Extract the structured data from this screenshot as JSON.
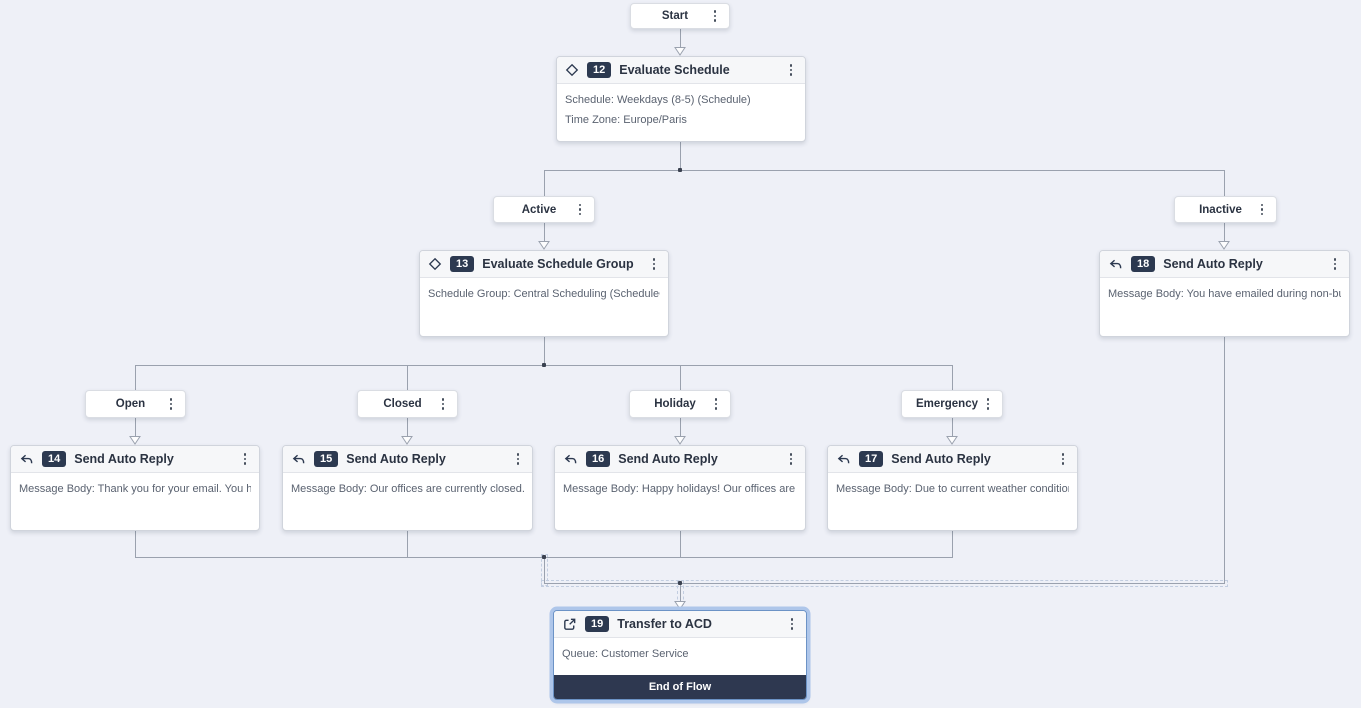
{
  "colors": {
    "canvas_bg": "#eef0f7",
    "connector_line": "#9aa1ae",
    "badge_bg": "#2c3950",
    "end_of_flow_bg": "#2e3850",
    "selection_halo": "#aec6ea",
    "node_header_bg": "#f6f7f9"
  },
  "start": {
    "label": "Start"
  },
  "branches": [
    {
      "label": "Active"
    },
    {
      "label": "Inactive"
    },
    {
      "label": "Open"
    },
    {
      "label": "Closed"
    },
    {
      "label": "Holiday"
    },
    {
      "label": "Emergency"
    }
  ],
  "nodes": [
    {
      "id": "12",
      "icon": "diamond-icon",
      "title": "Evaluate Schedule",
      "lines": [
        "Schedule: Weekdays (8-5) (Schedule)",
        "Time Zone: Europe/Paris"
      ]
    },
    {
      "id": "13",
      "icon": "diamond-icon",
      "title": "Evaluate Schedule Group",
      "lines": [
        "Schedule Group: Central Scheduling (ScheduleGr..."
      ]
    },
    {
      "id": "14",
      "icon": "reply-icon",
      "title": "Send Auto Reply",
      "lines": [
        "Message Body: Thank you for your email. You hav..."
      ]
    },
    {
      "id": "15",
      "icon": "reply-icon",
      "title": "Send Auto Reply",
      "lines": [
        "Message Body: Our offices are currently closed. P..."
      ]
    },
    {
      "id": "16",
      "icon": "reply-icon",
      "title": "Send Auto Reply",
      "lines": [
        "Message Body: Happy holidays! Our offices are cl..."
      ]
    },
    {
      "id": "17",
      "icon": "reply-icon",
      "title": "Send Auto Reply",
      "lines": [
        "Message Body: Due to current weather conditions,..."
      ]
    },
    {
      "id": "18",
      "icon": "reply-icon",
      "title": "Send Auto Reply",
      "lines": [
        "Message Body: You have emailed during non-busi..."
      ]
    },
    {
      "id": "19",
      "icon": "external-link-icon",
      "title": "Transfer to ACD",
      "lines": [
        "Queue: Customer Service"
      ],
      "footer": "End of Flow",
      "selected": true
    }
  ]
}
